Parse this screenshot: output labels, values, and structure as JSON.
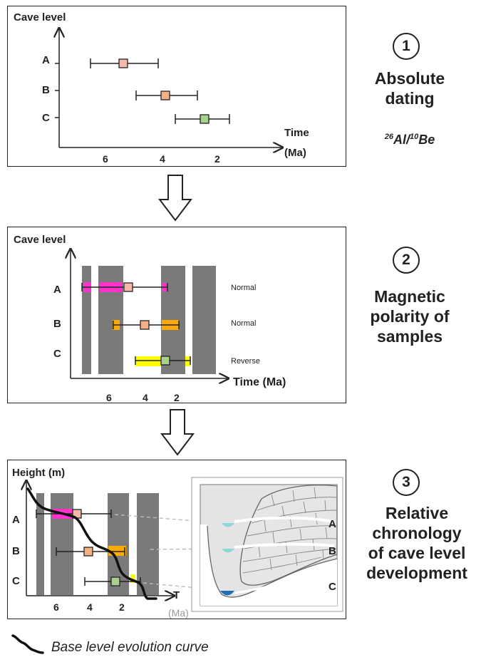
{
  "panel1": {
    "y_title": "Cave level",
    "x_title": "Time",
    "x_unit": "(Ma)",
    "levels": [
      "A",
      "B",
      "C"
    ],
    "ticks": [
      "6",
      "4",
      "2"
    ]
  },
  "panel2": {
    "y_title": "Cave level",
    "x_title": "Time (Ma)",
    "levels": [
      "A",
      "B",
      "C"
    ],
    "ticks": [
      "6",
      "4",
      "2"
    ],
    "polarity": [
      "Normal",
      "Normal",
      "Reverse"
    ]
  },
  "panel3": {
    "y_title": "Height (m)",
    "x_title": "T",
    "x_unit": "(Ma)",
    "levels": [
      "A",
      "B",
      "C"
    ],
    "ticks": [
      "6",
      "4",
      "2"
    ],
    "cave_labels": [
      "A",
      "B",
      "C"
    ]
  },
  "steps": [
    {
      "number": "1",
      "lines": [
        "Absolute",
        "dating"
      ],
      "sub_sup1": "26",
      "sub_base1": "Al/",
      "sub_sup2": "10",
      "sub_base2": "Be"
    },
    {
      "number": "2",
      "lines": [
        "Magnetic",
        "polarity of",
        "samples"
      ]
    },
    {
      "number": "3",
      "lines": [
        "Relative",
        "chronology",
        "of cave level",
        "development"
      ]
    }
  ],
  "legend": {
    "label": "Base level evolution curve"
  },
  "colors": {
    "normal_pink": "#ff33cc",
    "normal_orange": "#ffaa00",
    "reverse_yellow": "#ffff00",
    "polarity_band": "#7a7a7a",
    "marker_A": "#f4b9a8",
    "marker_B": "#f4b183",
    "marker_C": "#a9d18e",
    "water": "#8fd6d8",
    "water_deep": "#1f6fb5",
    "rock": "#e4e4e4"
  }
}
